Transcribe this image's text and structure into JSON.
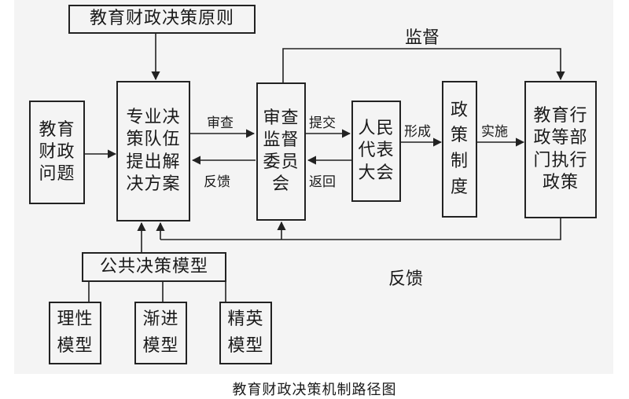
{
  "boxes": {
    "principles": "教育财政决策原则",
    "issue": "教育\n财政\n问题",
    "team": "专业决\n策队伍\n提出解\n决方案",
    "committee": "审查\n监督\n委员\n会",
    "congress": "人民\n代表\n大会",
    "policy": "政\n策\n制\n度",
    "dept": "教育行\n政等部\n门执行\n政策",
    "models": "公共决策模型",
    "rational": "理性\n模型",
    "incremental": "渐进\n模型",
    "elite": "精英\n模型"
  },
  "labels": {
    "review": "审查",
    "feedback_small": "反馈",
    "submit": "提交",
    "return": "返回",
    "form": "形成",
    "implement": "实施",
    "supervise": "监督",
    "feedback_big": "反馈"
  },
  "caption": "教育财政决策机制路径图"
}
